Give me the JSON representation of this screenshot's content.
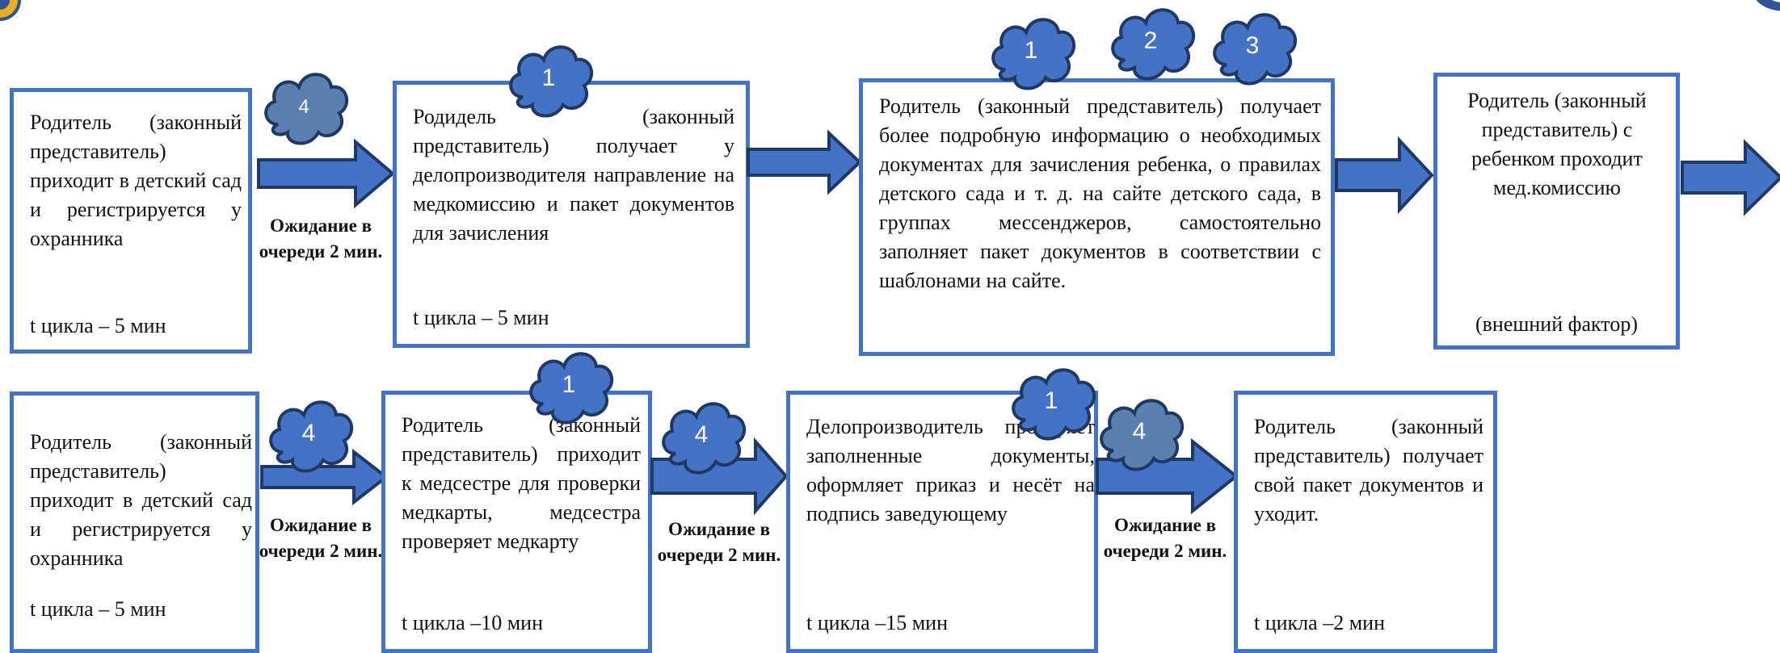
{
  "row1": {
    "box1": {
      "text": "Родитель (законный представитель) приходит в детский сад и регистрируется у охранника",
      "cycle": "t цикла – 5 мин"
    },
    "wait1": "Ожидание в очереди 2 мин.",
    "box2": {
      "text": "Родидель (законный представитель) получает у делопроизводителя направление на медкомиссию и пакет документов для зачисления",
      "cycle": "t цикла – 5 мин"
    },
    "box3": {
      "text": "Родитель (законный представитель) получает более подробную информацию о необходимых документах для зачисления ребенка, о правилах детского сада и т. д. на сайте детского сада, в группах мессенджеров, самостоятельно заполняет пакет документов в соответствии с шаблонами на сайте."
    },
    "box4": {
      "text": "Родитель (законный представитель) с ребенком проходит мед.комиссию",
      "note": "(внешний фактор)"
    },
    "clouds": [
      "4",
      "1",
      "1",
      "2",
      "3"
    ]
  },
  "row2": {
    "box1": {
      "text": "Родитель (законный представитель) приходит в детский сад и регистрируется у охранника",
      "cycle": "t цикла – 5 мин"
    },
    "wait1": "Ожидание в очереди 2 мин.",
    "box2": {
      "text": "Родитель (законный представитель) приходит к медсестре для проверки медкарты, медсестра проверяет медкарту",
      "cycle": "t цикла –10 мин"
    },
    "wait2": "Ожидание в очереди 2 мин.",
    "box3": {
      "text": "Делопроизводитель проверяет заполненные документы, оформляет приказ и несёт на подпись заведующему",
      "cycle": "t цикла –15 мин"
    },
    "wait3": "Ожидание в очереди 2 мин.",
    "box4": {
      "text": "Родитель (законный представитель) получает свой пакет документов и уходит.",
      "cycle": "t цикла –2 мин"
    },
    "clouds": [
      "4",
      "1",
      "4",
      "1",
      "4"
    ]
  },
  "colors": {
    "box_border": "#4472c4",
    "arrow_fill": "#4472c4",
    "arrow_outline": "#1f3864",
    "cloud_blue": "#4472c4",
    "cloud_gray": "#5b7fae"
  }
}
